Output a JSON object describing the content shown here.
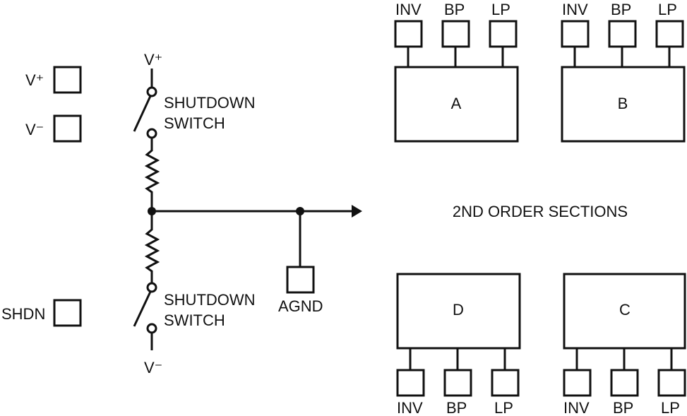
{
  "left_pins": {
    "vplus": "V⁺",
    "vminus": "V⁻",
    "shdn": "SHDN"
  },
  "supply": {
    "top_rail": "V⁺",
    "bottom_rail": "V⁻"
  },
  "switches": {
    "top_line1": "SHUTDOWN",
    "top_line2": "SWITCH",
    "bottom_line1": "SHUTDOWN",
    "bottom_line2": "SWITCH"
  },
  "agnd_label": "AGND",
  "sections_label": "2ND ORDER SECTIONS",
  "sections": [
    {
      "name": "A",
      "pins": [
        "INV",
        "BP",
        "LP"
      ]
    },
    {
      "name": "B",
      "pins": [
        "INV",
        "BP",
        "LP"
      ]
    },
    {
      "name": "D",
      "pins": [
        "INV",
        "BP",
        "LP"
      ]
    },
    {
      "name": "C",
      "pins": [
        "INV",
        "BP",
        "LP"
      ]
    }
  ]
}
